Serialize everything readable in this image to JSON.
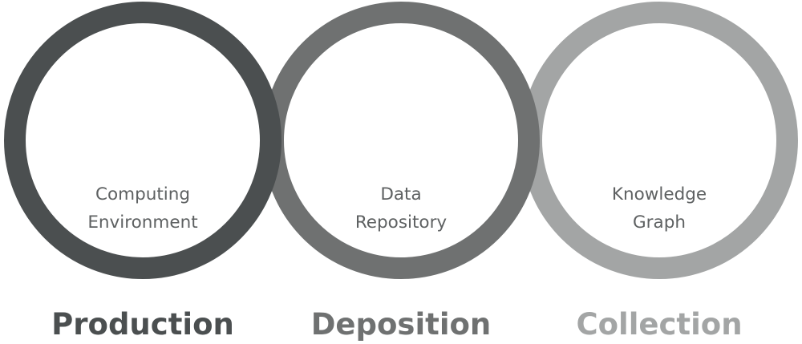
{
  "colors": {
    "production": "#4b4f50",
    "deposition": "#6f7171",
    "collection": "#a3a5a5",
    "label_text": "#5e6162",
    "icon_stroke": "#1e1e1e"
  },
  "stages": [
    {
      "title": "Production",
      "icon": "terminal-window-icon",
      "label_line1": "Computing",
      "label_line2": "Environment"
    },
    {
      "title": "Deposition",
      "icon": "database-refresh-icon",
      "label_line1": "Data",
      "label_line2": "Repository"
    },
    {
      "title": "Collection",
      "icon": "network-graph-icon",
      "label_line1": "Knowledge",
      "label_line2": "Graph"
    }
  ]
}
